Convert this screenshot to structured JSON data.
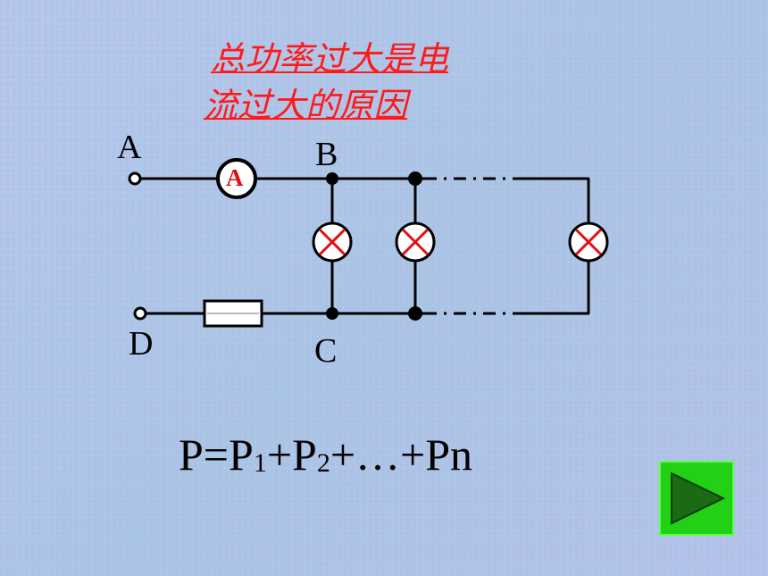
{
  "title": {
    "line1": "总功率过大是电",
    "line2": "流过大的原因"
  },
  "labels": {
    "a": "A",
    "b": "B",
    "c": "C",
    "d": "D",
    "ammeter": "A"
  },
  "formula": {
    "p": "P=P",
    "sub1": "1",
    "plus1": "+P",
    "sub2": "2",
    "rest": "+…+Pn"
  },
  "colors": {
    "title": "#ff1a1a",
    "lamp_fill": "#ffffff",
    "lamp_cross": "#e01010",
    "ammeter_text": "#e01010",
    "button_bg": "#22d116",
    "button_arrow": "#1a6b14"
  },
  "next_button": {
    "icon": "play-arrow-icon"
  }
}
